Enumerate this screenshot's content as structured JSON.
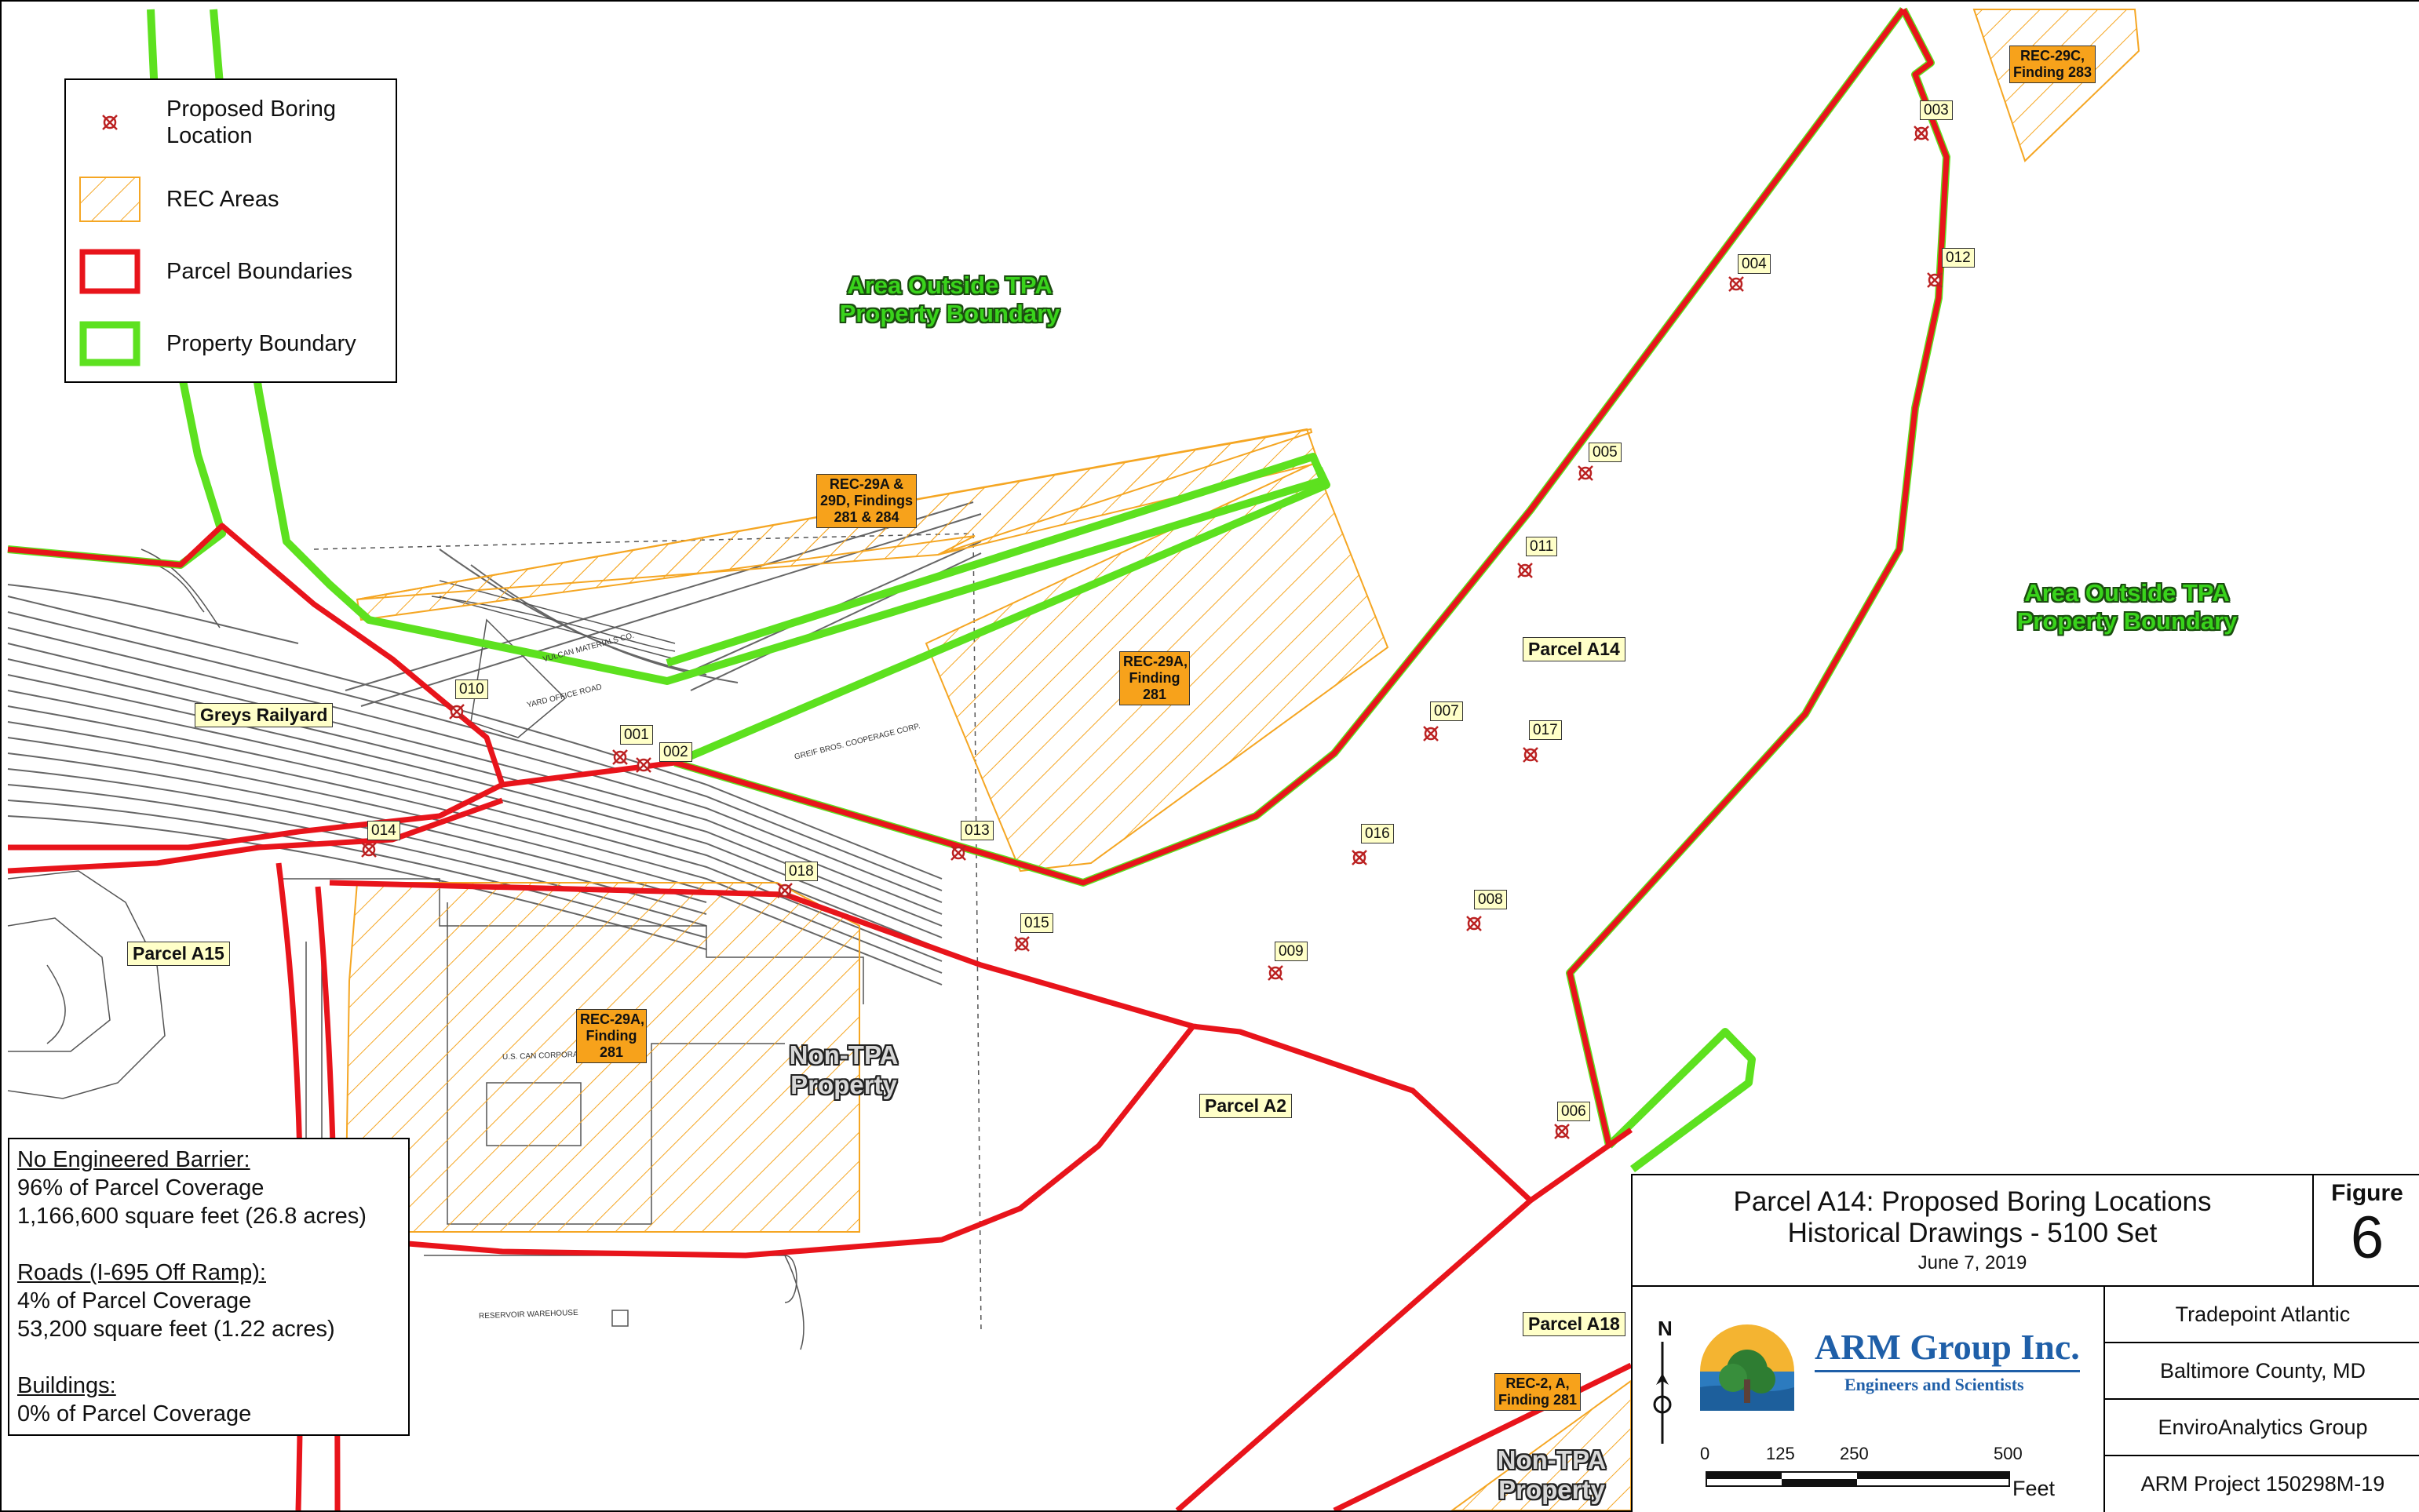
{
  "legend": {
    "items": [
      {
        "label_line1": "Proposed Boring",
        "label_line2": "Location",
        "symbol": "boring-point-icon"
      },
      {
        "label_line1": "REC Areas",
        "label_line2": "",
        "symbol": "hatch-swatch"
      },
      {
        "label_line1": "Parcel Boundaries",
        "label_line2": "",
        "symbol": "red-outline-swatch"
      },
      {
        "label_line1": "Property Boundary",
        "label_line2": "",
        "symbol": "green-outline-swatch"
      }
    ]
  },
  "map_labels": {
    "area_outside_1": {
      "line1": "Area Outside TPA",
      "line2": "Property Boundary"
    },
    "area_outside_2": {
      "line1": "Area Outside TPA",
      "line2": "Property Boundary"
    },
    "non_tpa_1": {
      "line1": "Non-TPA",
      "line2": "Property"
    },
    "non_tpa_2": {
      "line1": "Non-TPA",
      "line2": "Property"
    },
    "parcel_a14": "Parcel A14",
    "parcel_a15": "Parcel A15",
    "parcel_a2": "Parcel A2",
    "parcel_a18": "Parcel A18",
    "greys_railyard": "Greys Railyard",
    "rec_29c": {
      "line1": "REC-29C,",
      "line2": "Finding 283"
    },
    "rec_29a_29d": {
      "line1": "REC-29A &",
      "line2": "29D, Findings",
      "line3": "281 & 284"
    },
    "rec_29a_east": {
      "line1": "REC-29A,",
      "line2": "Finding",
      "line3": "281"
    },
    "rec_29a_south": {
      "line1": "REC-29A,",
      "line2": "Finding",
      "line3": "281"
    },
    "rec_2a": {
      "line1": "REC-2, A,",
      "line2": "Finding 281"
    }
  },
  "borings": [
    "001",
    "002",
    "003",
    "004",
    "005",
    "006",
    "007",
    "008",
    "009",
    "010",
    "011",
    "012",
    "013",
    "014",
    "015",
    "016",
    "017",
    "018"
  ],
  "drawing_text": {
    "vulcan": "VULCAN MATERIALS CO.",
    "greif": "GREIF BROS. COOPERAGE CORP.",
    "yard_office": "YARD OFFICE ROAD",
    "us_can": "U.S. CAN CORPORATION",
    "reservoir": "RESERVOIR WAREHOUSE"
  },
  "coverage": {
    "no_barrier_title": "No Engineered Barrier:",
    "no_barrier_pct": "96% of Parcel Coverage",
    "no_barrier_area": "1,166,600 square feet (26.8 acres)",
    "roads_title": "Roads (I-695 Off Ramp):",
    "roads_pct": "4% of Parcel Coverage",
    "roads_area": "53,200 square feet (1.22 acres)",
    "buildings_title": "Buildings:",
    "buildings_pct": "0% of Parcel Coverage"
  },
  "title_block": {
    "title": "Parcel A14: Proposed Boring Locations",
    "subtitle": "Historical Drawings - 5100 Set",
    "date": "June 7, 2019",
    "figure_label": "Figure",
    "figure_number": "6",
    "company": "ARM Group Inc.",
    "company_sub": "Engineers and Scientists",
    "client": "Tradepoint Atlantic",
    "location": "Baltimore County, MD",
    "partner": "EnviroAnalytics Group",
    "project": "ARM Project 150298M-19"
  },
  "scale_bar": {
    "ticks": [
      "0",
      "125",
      "250",
      "500"
    ],
    "unit": "Feet"
  },
  "colors": {
    "parcel_boundary": "#e8141b",
    "property_boundary": "#5de11f",
    "rec_hatch": "#f5a623",
    "rec_label": "#f7a21b",
    "parcel_label_bg": "#ffffc8",
    "brand_blue": "#1f5fa8"
  }
}
